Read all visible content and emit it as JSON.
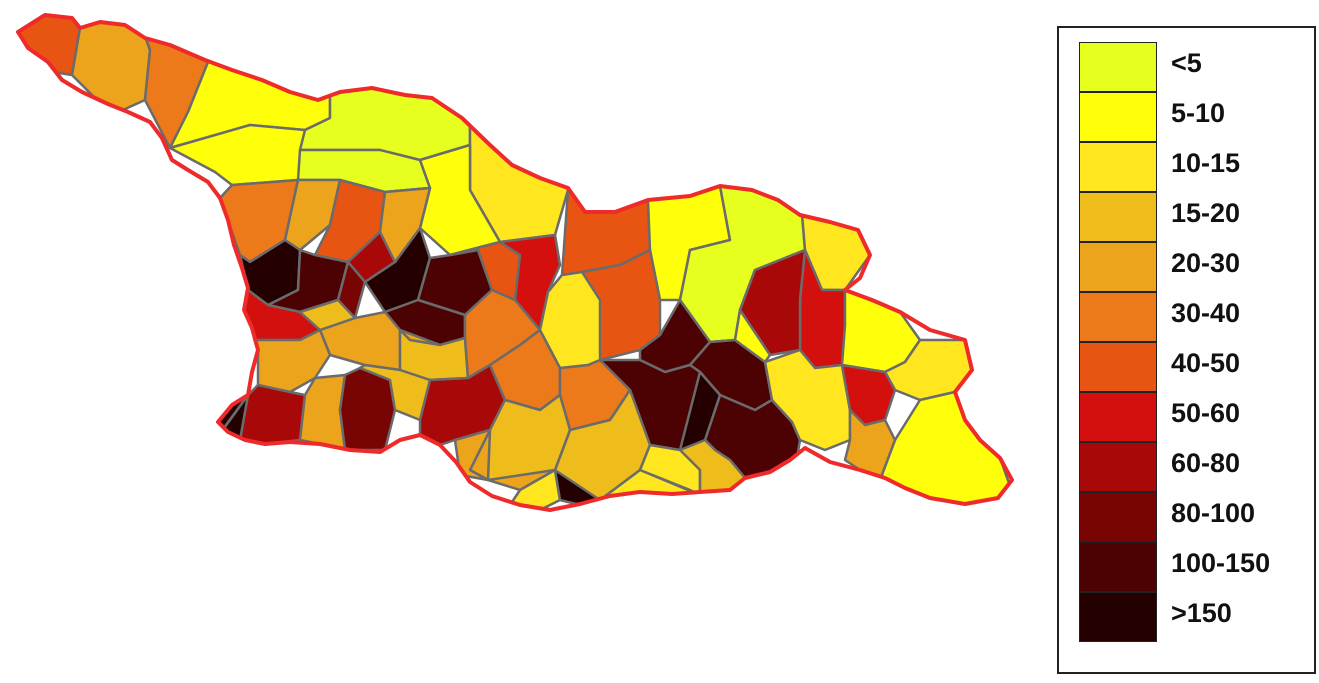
{
  "legend": {
    "classes": [
      {
        "label": "<5",
        "color": "#e6ff1e"
      },
      {
        "label": "5-10",
        "color": "#ffff0a"
      },
      {
        "label": "10-15",
        "color": "#ffe61e"
      },
      {
        "label": "15-20",
        "color": "#eebd1c"
      },
      {
        "label": "20-30",
        "color": "#eca41c"
      },
      {
        "label": "30-40",
        "color": "#ec7a1a"
      },
      {
        "label": "40-50",
        "color": "#e85412"
      },
      {
        "label": "50-60",
        "color": "#d4100e"
      },
      {
        "label": "60-80",
        "color": "#a90808"
      },
      {
        "label": "80-100",
        "color": "#780404"
      },
      {
        "label": "100-150",
        "color": "#4c0202"
      },
      {
        "label": ">150",
        "color": "#240000"
      }
    ]
  },
  "map": {
    "district_border_color": "#6b6b6b",
    "country_outline_color": "#ee2a2a",
    "district_classes": [
      6,
      4,
      5,
      1,
      1,
      0,
      0,
      2,
      1,
      5,
      4,
      6,
      11,
      10,
      8,
      7,
      9,
      11,
      10,
      10,
      6,
      7,
      9,
      4,
      3,
      5,
      6,
      1,
      0,
      2,
      6,
      10,
      10,
      10,
      7,
      8,
      1,
      1,
      2,
      1,
      2,
      7,
      4,
      4,
      8,
      4,
      11,
      9,
      3,
      8,
      5,
      4,
      5,
      10,
      11,
      3,
      2,
      4,
      2,
      5,
      3,
      4,
      11,
      10,
      4,
      3,
      2,
      3
    ]
  }
}
